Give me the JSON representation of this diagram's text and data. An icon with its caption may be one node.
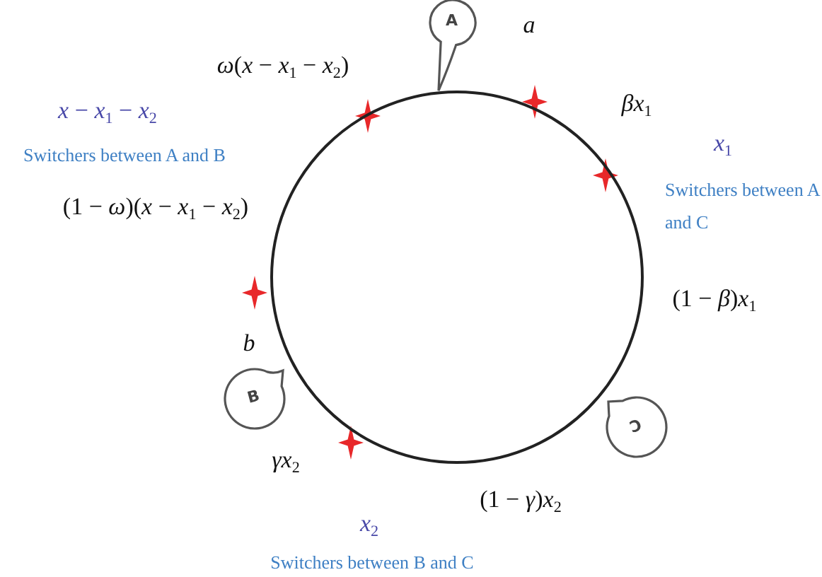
{
  "diagram": {
    "nodes": [
      {
        "text": [],
        "shape": "circle"
      },
      {
        "text": [
          "A"
        ]
      },
      {
        "text": [
          "B"
        ]
      },
      {
        "text": [
          "C"
        ]
      }
    ],
    "labels": [
      "*ω*(*x* − *x*$_{1}$ − *x*$_{2}$)",
      "*a*",
      "*βx*$_{1}$",
      "*x* − *x*$_{1}$ − *x*$_{2}$",
      "*x*$_{1}$",
      "Switchers between A and B",
      "Switchers between A and C",
      "(1 − *ω*)(*x* − *x*$_{1}$ − *x*$_{2}$)",
      "(1 − *β*)*x*$_{1}$",
      "*b*",
      "*γx*$_{2}$",
      "(1 − *γ*)*x*$_{2}$",
      "*x*$_{2}$",
      "Switchers between B and C"
    ]
  }
}
